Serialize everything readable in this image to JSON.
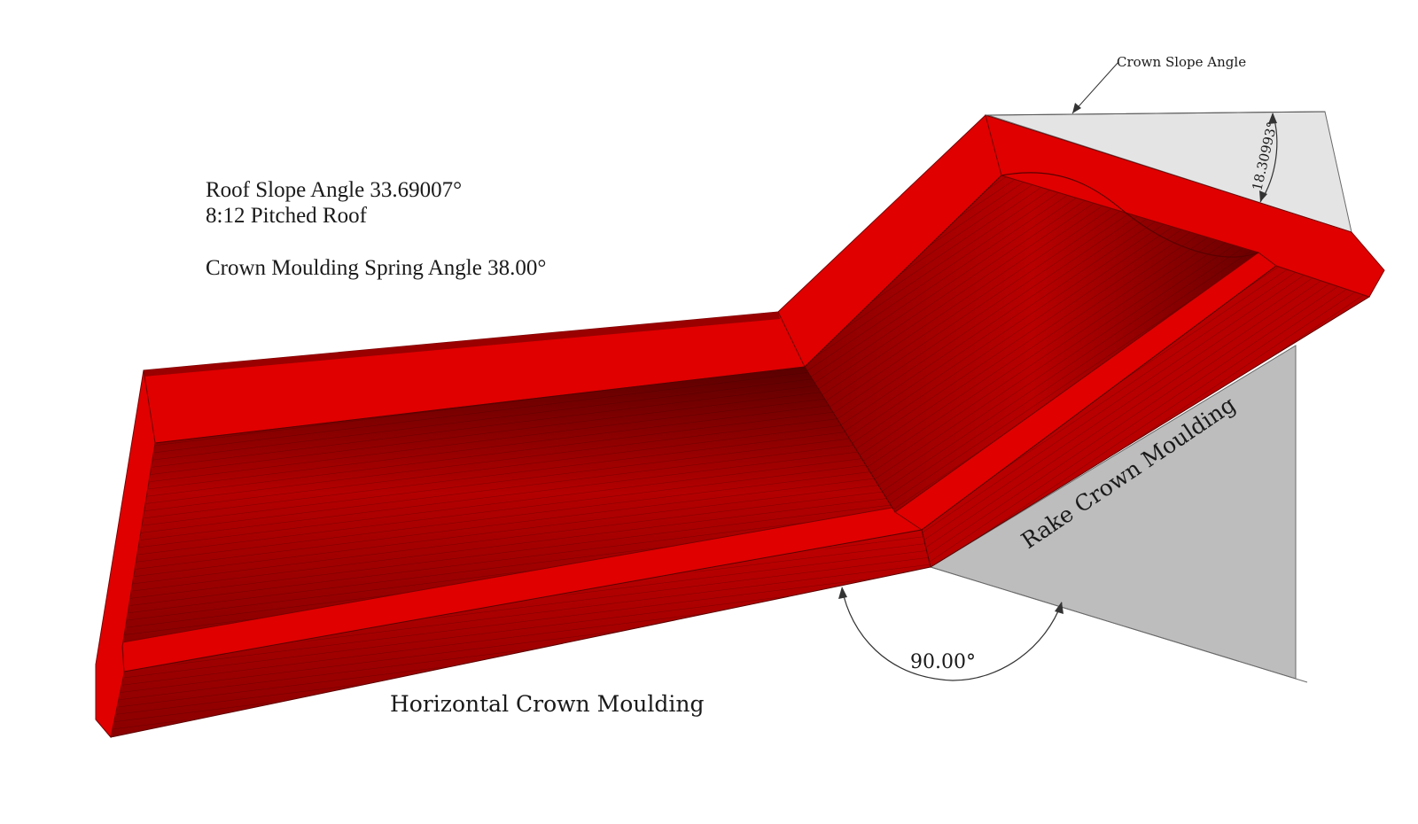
{
  "notes": {
    "roof_slope": "Roof Slope Angle 33.69007°",
    "pitch": "8:12 Pitched Roof",
    "spring_angle": "Crown Moulding Spring Angle 38.00°"
  },
  "labels": {
    "crown_slope_angle": "Crown Slope Angle",
    "crown_slope_value": "18.30993°",
    "right_angle_value": "90.00°",
    "rake_moulding": "Rake Crown Moulding",
    "horizontal_moulding": "Horizontal Crown Moulding"
  },
  "colors": {
    "moulding_red": "#d40000",
    "moulding_dark": "#7a0000",
    "plane_light": "#e6e6e6",
    "plane_dark": "#bdbdbd"
  }
}
